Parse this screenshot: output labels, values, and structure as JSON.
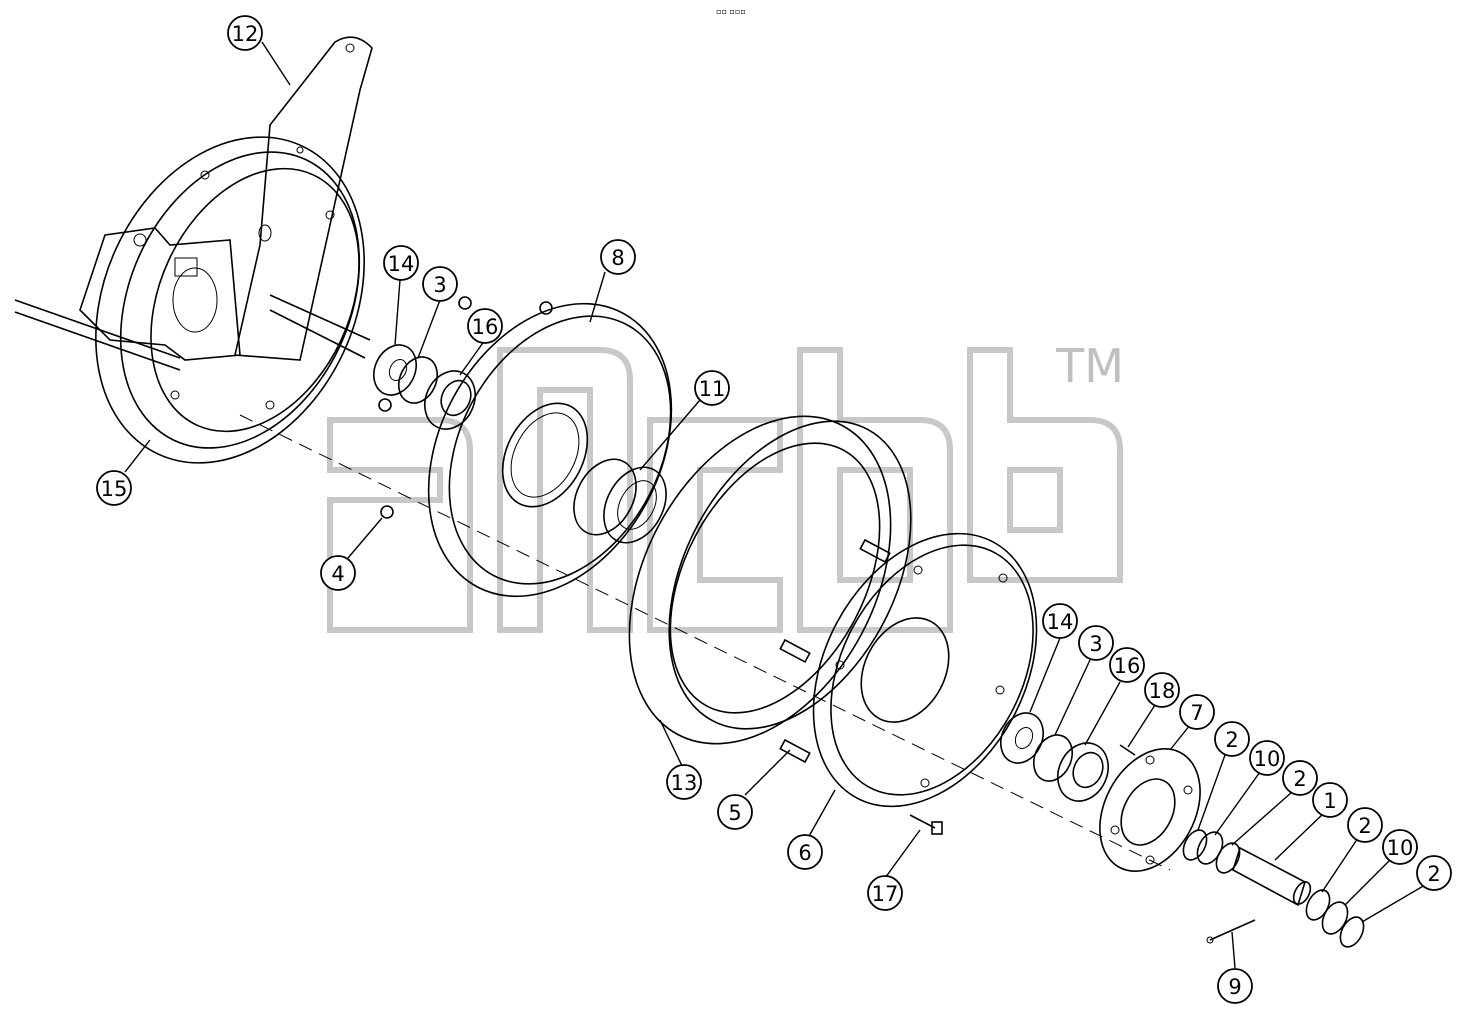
{
  "top_note": "▫▫ ▫▫▫",
  "watermark": {
    "trademark": "TM"
  },
  "callouts": [
    {
      "label": "12"
    },
    {
      "label": "15"
    },
    {
      "label": "14"
    },
    {
      "label": "3"
    },
    {
      "label": "16"
    },
    {
      "label": "8"
    },
    {
      "label": "11"
    },
    {
      "label": "4"
    },
    {
      "label": "13"
    },
    {
      "label": "5"
    },
    {
      "label": "6"
    },
    {
      "label": "17"
    },
    {
      "label": "14"
    },
    {
      "label": "3"
    },
    {
      "label": "16"
    },
    {
      "label": "18"
    },
    {
      "label": "7"
    },
    {
      "label": "2"
    },
    {
      "label": "10"
    },
    {
      "label": "2"
    },
    {
      "label": "1"
    },
    {
      "label": "2"
    },
    {
      "label": "10"
    },
    {
      "label": "2"
    },
    {
      "label": "9"
    }
  ]
}
